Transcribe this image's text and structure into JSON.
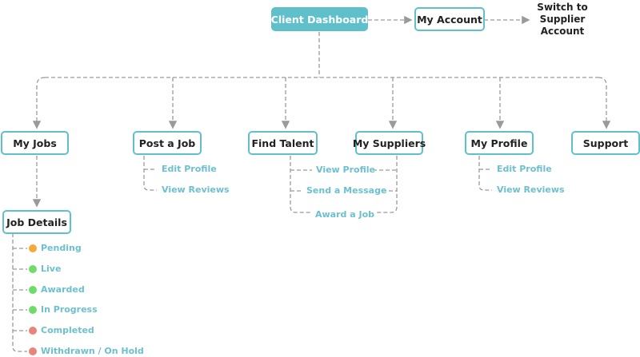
{
  "nodes": {
    "client_dashboard": "Client Dashboard",
    "my_account": "My Account",
    "switch_to_supplier": "Switch to\nSupplier\nAccount",
    "my_jobs": "My Jobs",
    "post_a_job": "Post a Job",
    "find_talent": "Find Talent",
    "my_suppliers": "My Suppliers",
    "my_profile": "My Profile",
    "support": "Support",
    "job_details": "Job Details"
  },
  "post_a_job_items": [
    "Edit Profile",
    "View Reviews"
  ],
  "my_suppliers_items": [
    "View Profile",
    "Send a Message",
    "Award a Job"
  ],
  "my_profile_items": [
    "Edit Profile",
    "View Reviews"
  ],
  "job_statuses": [
    {
      "label": "Pending",
      "color": "#f5a93b"
    },
    {
      "label": "Live",
      "color": "#6fdc6a"
    },
    {
      "label": "Awarded",
      "color": "#6fdc6a"
    },
    {
      "label": "In Progress",
      "color": "#6fdc6a"
    },
    {
      "label": "Completed",
      "color": "#e8857a"
    },
    {
      "label": "Withdrawn / On Hold",
      "color": "#e8857a"
    }
  ],
  "colors": {
    "accent": "#5fc0cc",
    "connector": "#9a9a9a",
    "sub_text": "#6cc0cf"
  }
}
